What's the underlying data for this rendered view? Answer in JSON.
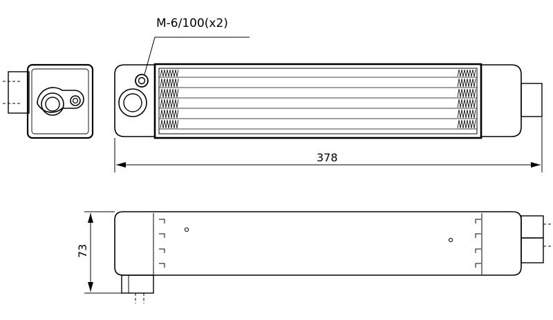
{
  "callout": {
    "thread_spec": "M-6/100(x2)"
  },
  "dimensions": {
    "length": "378",
    "height": "73"
  },
  "colors": {
    "ink": "#000000",
    "paper": "#ffffff"
  }
}
